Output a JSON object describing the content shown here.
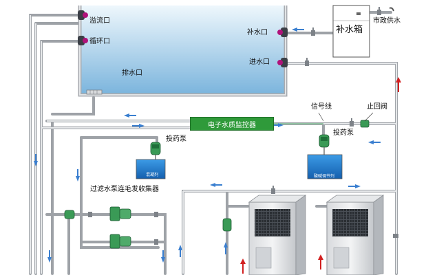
{
  "labels": {
    "overflow_port": "溢流口",
    "circulation_port": "循环口",
    "makeup_port": "补水口",
    "inlet_port": "进水口",
    "drain_port": "排水口",
    "makeup_tank": "补水箱",
    "municipal_supply": "市政供水",
    "signal_line": "信号线",
    "check_valve": "止回阀",
    "dosing_pump_left": "投药泵",
    "dosing_pump_right": "投药泵",
    "controller": "电子水质监控器",
    "coagulant_tank": "混凝剂",
    "ph_tank": "酸碱调节剂",
    "filter_pump": "过滤水泵连毛发收集器"
  },
  "colors": {
    "pipe": "#c9ccd0",
    "pipe_outline": "#9a9ea3",
    "water_top": "#eaf4fb",
    "water_bottom": "#7fb7de",
    "flow_arrow": "#3a7fd0",
    "return_arrow": "#d22020",
    "controller": "#2f9a3a",
    "tank_water": "#1e7fd3",
    "pump_green": "#3a9a56",
    "port_magenta": "#b0127a"
  },
  "icons": {
    "flow": "arrow-icon",
    "valve": "valve-icon",
    "pump": "pump-icon",
    "heat_pump": "heat-pump-unit-icon",
    "faucet": "faucet-icon"
  }
}
